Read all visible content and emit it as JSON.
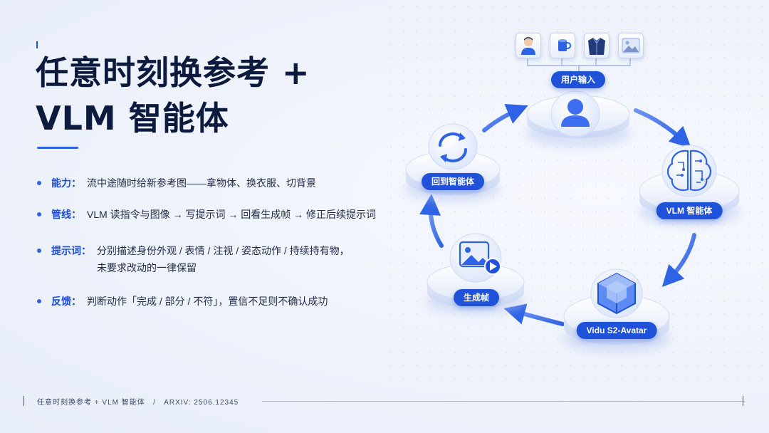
{
  "title": {
    "line1": "任意时刻换参考 +",
    "line2": "VLM 智能体"
  },
  "bullets": [
    {
      "label": "能力：",
      "text": "流中途随时给新参考图——拿物体、换衣服、切背景",
      "text2": ""
    },
    {
      "label": "管线：",
      "text": "VLM 读指令与图像 → 写提示词 → 回看生成帧 → 修正后续提示词",
      "text2": ""
    },
    {
      "label": "提示词：",
      "text": "分别描述身份外观 / 表情 / 注视 / 姿态动作 / 持续持有物，",
      "text2": "未要求改动的一律保留"
    },
    {
      "label": "反馈：",
      "text": "判断动作「完成 / 部分 / 不符」，置信不足则不确认成功",
      "text2": ""
    }
  ],
  "diagram": {
    "nodes": [
      {
        "id": "user-input",
        "label": "用户输入",
        "icon": "user-icon"
      },
      {
        "id": "vlm-agent",
        "label": "VLM 智能体",
        "icon": "brain-circuit-icon"
      },
      {
        "id": "vidu",
        "label": "Vidu S2-Avatar",
        "icon": "cube-icon"
      },
      {
        "id": "generated-frame",
        "label": "生成帧",
        "icon": "image-play-icon"
      },
      {
        "id": "back-to-agent",
        "label": "回到智能体",
        "icon": "refresh-icon"
      }
    ],
    "reference_thumbnails": [
      "person-icon",
      "cup-icon",
      "jacket-icon",
      "landscape-icon"
    ],
    "flow": "clockwise-cycle"
  },
  "footer": {
    "text": "任意时刻换参考 + VLM 智能体   /   ARXIV: 2506.12345"
  },
  "colors": {
    "accent": "#1f52d8",
    "title": "#0b1a3d",
    "label": "#1d4fd6",
    "background": "#eef2fb"
  }
}
